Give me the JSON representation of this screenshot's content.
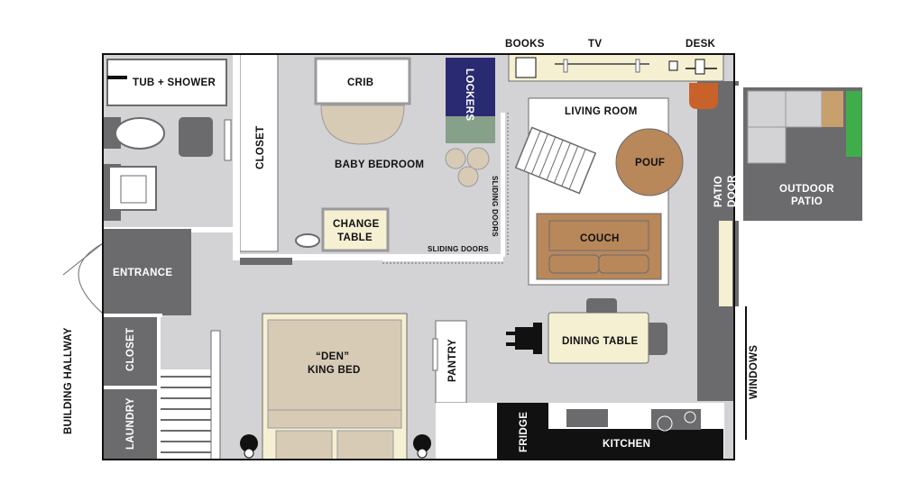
{
  "colors": {
    "floor": "#d3d3d6",
    "dark_gray": "#6b6b6d",
    "mid_gray": "#9a9a9c",
    "cream": "#f5f0d2",
    "tan": "#d7cbb6",
    "brown": "#b8875a",
    "navy": "#2a2a72",
    "sage": "#86a08a",
    "orange": "#c8622a",
    "green": "#3fae4a",
    "black": "#111111"
  },
  "labels": {
    "books": "BOOKS",
    "tv": "TV",
    "desk": "DESK",
    "tub_shower": "TUB + SHOWER",
    "crib": "CRIB",
    "lockers": "LOCKERS",
    "living_room": "LIVING ROOM",
    "closet_bedroom": "CLOSET",
    "baby_bedroom": "BABY BEDROOM",
    "pouf": "POUF",
    "patio_door": [
      "PATIO",
      "DOOR"
    ],
    "outdoor_patio": [
      "OUTDOOR",
      "PATIO"
    ],
    "sliding_doors_vertical": "SLIDING DOORS",
    "change_table": [
      "CHANGE",
      "TABLE"
    ],
    "couch": "COUCH",
    "sliding_doors_horizontal": "SLIDING DOORS",
    "entrance": "ENTRANCE",
    "building_hallway": "BUILDING HALLWAY",
    "closet_entry": "CLOSET",
    "laundry": "LAUNDRY",
    "den_bed": [
      "“DEN”",
      "KING BED"
    ],
    "pantry": "PANTRY",
    "dining_table": "DINING TABLE",
    "windows": "WINDOWS",
    "fridge": "FRIDGE",
    "kitchen": "KITCHEN"
  }
}
